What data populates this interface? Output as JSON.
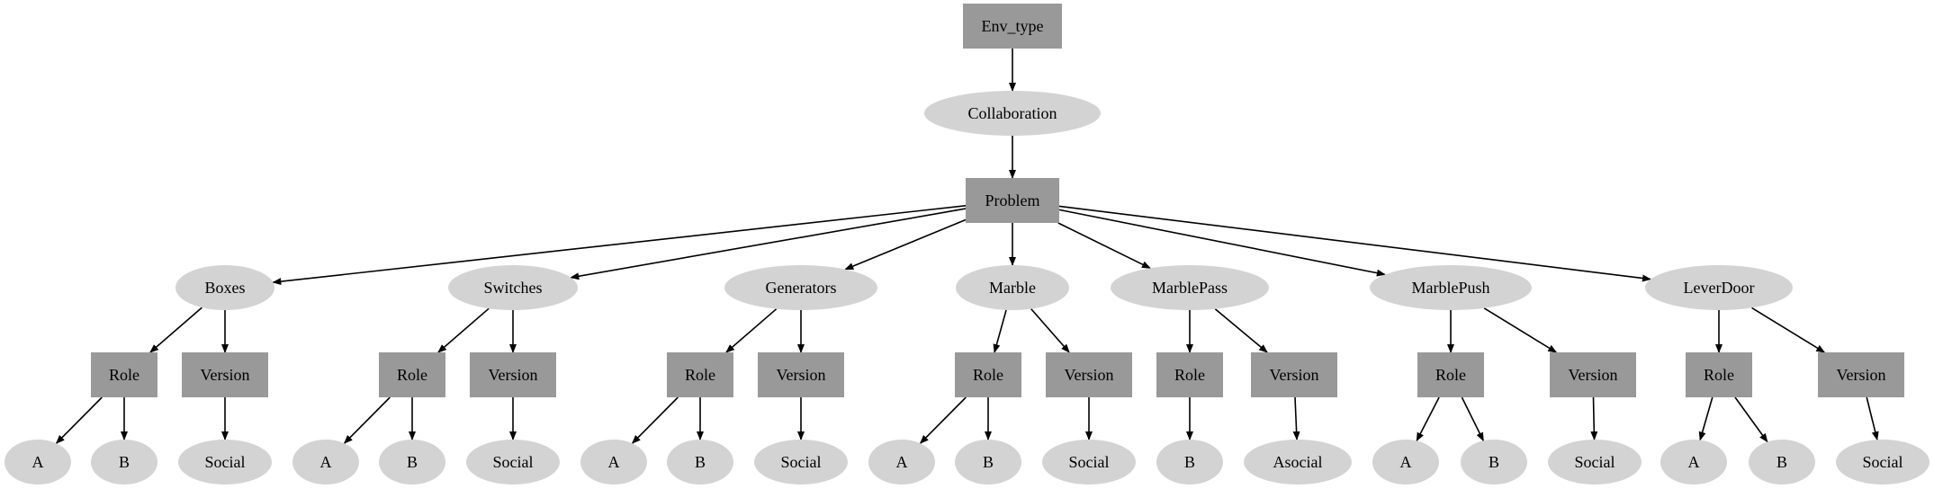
{
  "diagram": {
    "nodes": [
      {
        "id": "env_type",
        "label": "Env_type",
        "shape": "box"
      },
      {
        "id": "collaboration",
        "label": "Collaboration",
        "shape": "ellipse"
      },
      {
        "id": "problem",
        "label": "Problem",
        "shape": "box"
      },
      {
        "id": "boxes",
        "label": "Boxes",
        "shape": "ellipse"
      },
      {
        "id": "switches",
        "label": "Switches",
        "shape": "ellipse"
      },
      {
        "id": "generators",
        "label": "Generators",
        "shape": "ellipse"
      },
      {
        "id": "marble",
        "label": "Marble",
        "shape": "ellipse"
      },
      {
        "id": "marblepass",
        "label": "MarblePass",
        "shape": "ellipse"
      },
      {
        "id": "marblepush",
        "label": "MarblePush",
        "shape": "ellipse"
      },
      {
        "id": "leverdoor",
        "label": "LeverDoor",
        "shape": "ellipse"
      },
      {
        "id": "boxes_role",
        "label": "Role",
        "shape": "box"
      },
      {
        "id": "boxes_version",
        "label": "Version",
        "shape": "box"
      },
      {
        "id": "switches_role",
        "label": "Role",
        "shape": "box"
      },
      {
        "id": "switches_version",
        "label": "Version",
        "shape": "box"
      },
      {
        "id": "generators_role",
        "label": "Role",
        "shape": "box"
      },
      {
        "id": "generators_version",
        "label": "Version",
        "shape": "box"
      },
      {
        "id": "marble_role",
        "label": "Role",
        "shape": "box"
      },
      {
        "id": "marble_version",
        "label": "Version",
        "shape": "box"
      },
      {
        "id": "marblepass_role",
        "label": "Role",
        "shape": "box"
      },
      {
        "id": "marblepass_version",
        "label": "Version",
        "shape": "box"
      },
      {
        "id": "marblepush_role",
        "label": "Role",
        "shape": "box"
      },
      {
        "id": "marblepush_version",
        "label": "Version",
        "shape": "box"
      },
      {
        "id": "leverdoor_role",
        "label": "Role",
        "shape": "box"
      },
      {
        "id": "leverdoor_version",
        "label": "Version",
        "shape": "box"
      },
      {
        "id": "boxes_a",
        "label": "A",
        "shape": "ellipse"
      },
      {
        "id": "boxes_b",
        "label": "B",
        "shape": "ellipse"
      },
      {
        "id": "boxes_social",
        "label": "Social",
        "shape": "ellipse"
      },
      {
        "id": "switches_a",
        "label": "A",
        "shape": "ellipse"
      },
      {
        "id": "switches_b",
        "label": "B",
        "shape": "ellipse"
      },
      {
        "id": "switches_social",
        "label": "Social",
        "shape": "ellipse"
      },
      {
        "id": "generators_a",
        "label": "A",
        "shape": "ellipse"
      },
      {
        "id": "generators_b",
        "label": "B",
        "shape": "ellipse"
      },
      {
        "id": "generators_social",
        "label": "Social",
        "shape": "ellipse"
      },
      {
        "id": "marble_a",
        "label": "A",
        "shape": "ellipse"
      },
      {
        "id": "marble_b",
        "label": "B",
        "shape": "ellipse"
      },
      {
        "id": "marble_social",
        "label": "Social",
        "shape": "ellipse"
      },
      {
        "id": "marblepass_b",
        "label": "B",
        "shape": "ellipse"
      },
      {
        "id": "marblepass_asocial",
        "label": "Asocial",
        "shape": "ellipse"
      },
      {
        "id": "marblepush_a",
        "label": "A",
        "shape": "ellipse"
      },
      {
        "id": "marblepush_b",
        "label": "B",
        "shape": "ellipse"
      },
      {
        "id": "marblepush_social",
        "label": "Social",
        "shape": "ellipse"
      },
      {
        "id": "leverdoor_a",
        "label": "A",
        "shape": "ellipse"
      },
      {
        "id": "leverdoor_b",
        "label": "B",
        "shape": "ellipse"
      },
      {
        "id": "leverdoor_social",
        "label": "Social",
        "shape": "ellipse"
      }
    ],
    "edges": [
      [
        "env_type",
        "collaboration"
      ],
      [
        "collaboration",
        "problem"
      ],
      [
        "problem",
        "boxes"
      ],
      [
        "problem",
        "switches"
      ],
      [
        "problem",
        "generators"
      ],
      [
        "problem",
        "marble"
      ],
      [
        "problem",
        "marblepass"
      ],
      [
        "problem",
        "marblepush"
      ],
      [
        "problem",
        "leverdoor"
      ],
      [
        "boxes",
        "boxes_role"
      ],
      [
        "boxes",
        "boxes_version"
      ],
      [
        "boxes_role",
        "boxes_a"
      ],
      [
        "boxes_role",
        "boxes_b"
      ],
      [
        "boxes_version",
        "boxes_social"
      ],
      [
        "switches",
        "switches_role"
      ],
      [
        "switches",
        "switches_version"
      ],
      [
        "switches_role",
        "switches_a"
      ],
      [
        "switches_role",
        "switches_b"
      ],
      [
        "switches_version",
        "switches_social"
      ],
      [
        "generators",
        "generators_role"
      ],
      [
        "generators",
        "generators_version"
      ],
      [
        "generators_role",
        "generators_a"
      ],
      [
        "generators_role",
        "generators_b"
      ],
      [
        "generators_version",
        "generators_social"
      ],
      [
        "marble",
        "marble_role"
      ],
      [
        "marble",
        "marble_version"
      ],
      [
        "marble_role",
        "marble_a"
      ],
      [
        "marble_role",
        "marble_b"
      ],
      [
        "marble_version",
        "marble_social"
      ],
      [
        "marblepass",
        "marblepass_role"
      ],
      [
        "marblepass",
        "marblepass_version"
      ],
      [
        "marblepass_role",
        "marblepass_b"
      ],
      [
        "marblepass_version",
        "marblepass_asocial"
      ],
      [
        "marblepush",
        "marblepush_role"
      ],
      [
        "marblepush",
        "marblepush_version"
      ],
      [
        "marblepush_role",
        "marblepush_a"
      ],
      [
        "marblepush_role",
        "marblepush_b"
      ],
      [
        "marblepush_version",
        "marblepush_social"
      ],
      [
        "leverdoor",
        "leverdoor_role"
      ],
      [
        "leverdoor",
        "leverdoor_version"
      ],
      [
        "leverdoor_role",
        "leverdoor_a"
      ],
      [
        "leverdoor_role",
        "leverdoor_b"
      ],
      [
        "leverdoor_version",
        "leverdoor_social"
      ]
    ]
  },
  "colors": {
    "box_fill": "#999999",
    "ellipse_fill": "#d3d3d3",
    "edge": "#000000",
    "text": "#000000"
  }
}
